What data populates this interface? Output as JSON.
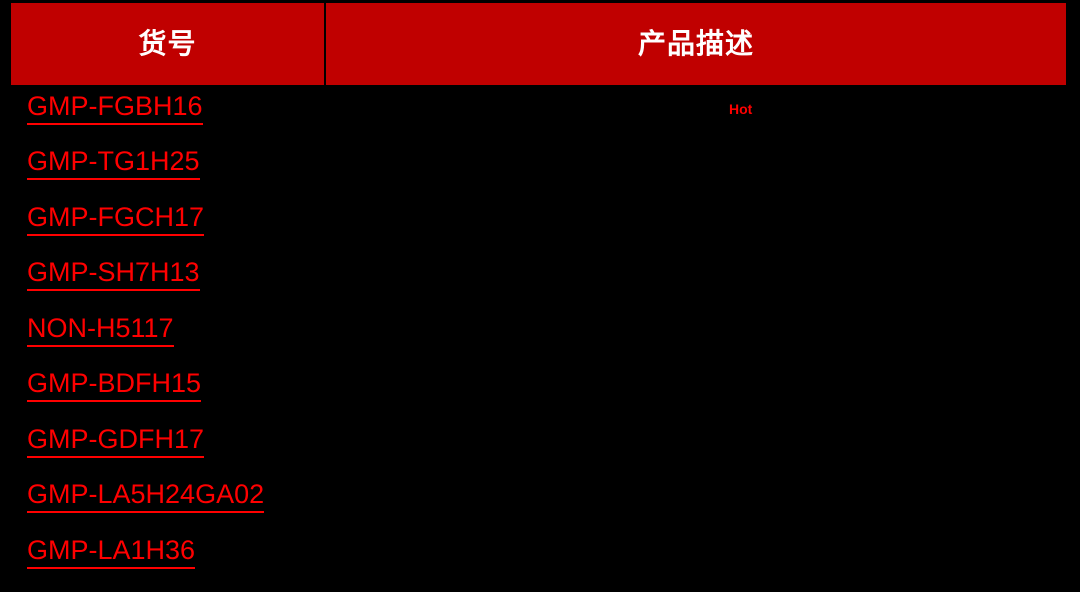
{
  "table": {
    "header": {
      "columns": [
        {
          "id": "code",
          "label": "货号"
        },
        {
          "id": "description",
          "label": "产品描述"
        }
      ],
      "background_color": "#C00000",
      "text_color": "#FFFFFF"
    },
    "link_color": "#FF0000",
    "background_color": "#000000",
    "rows": [
      {
        "code": "GMP-FGBH16",
        "description": ""
      },
      {
        "code": "GMP-TG1H25",
        "description": ""
      },
      {
        "code": "GMP-FGCH17",
        "description": ""
      },
      {
        "code": "GMP-SH7H13",
        "description": ""
      },
      {
        "code": "NON-H5117",
        "description": ""
      },
      {
        "code": "GMP-BDFH15",
        "description": ""
      },
      {
        "code": "GMP-GDFH17",
        "description": ""
      },
      {
        "code": "GMP-LA5H24GA02",
        "description": ""
      },
      {
        "code": "GMP-LA1H36",
        "description": ""
      }
    ],
    "badges": [
      {
        "label": "Hot",
        "color": "#FF0000"
      }
    ]
  }
}
